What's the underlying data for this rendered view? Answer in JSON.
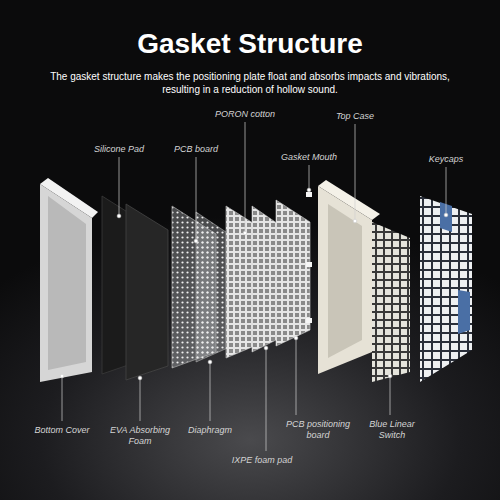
{
  "diagram": {
    "title": "Gasket Structure",
    "caption": "The gasket structure makes the positioning plate float and absorbs impacts and vibrations, resulting in a reduction of hollow sound.",
    "labels": [
      "Silicone Pad",
      "PCB board",
      "PORON cotton",
      "Gasket Mouth",
      "Top Case",
      "Keycaps",
      "Bottom Cover",
      "EVA Absorbing Foam",
      "Diaphragm",
      "IXPE foam pad",
      "PCB positioning board",
      "Blue Linear Switch"
    ]
  }
}
